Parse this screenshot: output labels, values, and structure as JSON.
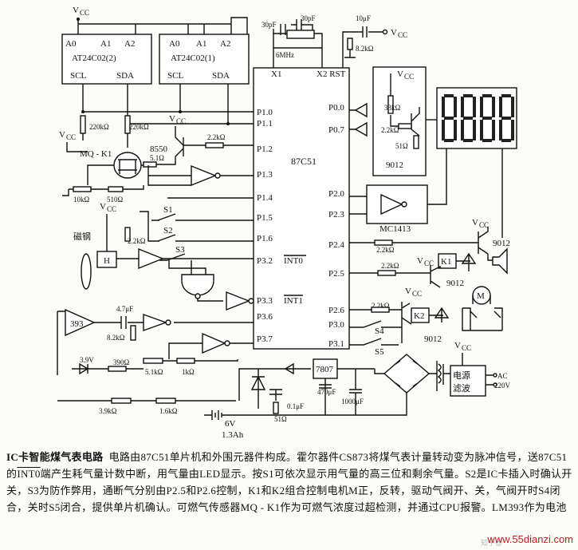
{
  "labels": {
    "vcc": "V",
    "vcc_sub": "CC",
    "a0": "A0",
    "a1": "A1",
    "a2": "A2",
    "eeprom2": "AT24C02(2)",
    "eeprom1": "AT24C02(1)",
    "scl": "SCL",
    "sda": "SDA",
    "c30pf_1": "30pF",
    "c30pf_2": "30pF",
    "crystal": "6MHz",
    "c10uf": "10μF",
    "r82k_rst": "8.2kΩ",
    "x1": "X1",
    "x2rst": "X2 RST",
    "mcu": "87C51",
    "p10": "P1.0",
    "p11": "P1.1",
    "p12": "P1.2",
    "p13": "P1.3",
    "p14": "P1.4",
    "p15": "P1.5",
    "p16": "P1.6",
    "p32": "P3.2",
    "int0": "INT0",
    "p33": "P3.3",
    "int1": "INT1",
    "p36": "P3.6",
    "p37": "P3.7",
    "p00": "P0.0",
    "p07": "P0.7",
    "p20": "P2.0",
    "p23": "P2.3",
    "p24": "P2.4",
    "p25": "P2.5",
    "p26": "P2.6",
    "p30": "P3.0",
    "p31": "P3.1",
    "r220k_1": "220kΩ",
    "r220k_2": "220kΩ",
    "mqk1": "MQ - K1",
    "t8550": "8550",
    "r51k": "5.1Ω",
    "r22k_p12": "2.2kΩ",
    "r10k": "10kΩ",
    "r510": "510Ω",
    "s1": "S1",
    "s2": "S2",
    "s3": "S3",
    "magnet": "磁钢",
    "hall": "H",
    "r22k_h": "2.2kΩ",
    "r33k": "33kΩ",
    "r22k_disp": "2.2kΩ",
    "r51": "51Ω",
    "t9012_disp": "9012",
    "mc1413": "MC1413",
    "r22k_p24": "2.2kΩ",
    "t9012_p24": "9012",
    "r22k_p25": "2.2kΩ",
    "k1": "K1",
    "t9012_k1": "9012",
    "r22k_p26": "2.2kΩ",
    "k2": "K2",
    "t9012_k2": "9012",
    "s4": "S4",
    "s5": "S5",
    "motor": "M",
    "lm393": "393",
    "c47uf": "4.7μF",
    "r82k_cmp": "8.2kΩ",
    "z39v": "3.9V",
    "r390": "390Ω",
    "r51k_b": "5.1kΩ",
    "r1k": "1kΩ",
    "r39k": "3.9kΩ",
    "r16k": "1.6kΩ",
    "battery": "6V",
    "battery_cap": "1.3Ah",
    "c01uf": "0.1μF",
    "r51_b": "51Ω",
    "reg": "7807",
    "c470uf": "470μF",
    "c1000uf": "1000μF",
    "psu1": "电源",
    "psu2": "滤波",
    "ac1": "AC",
    "ac2": "220V"
  },
  "caption": {
    "title": "IC卡智能煤气表电路",
    "body_a": "电路由87C51单片机和外围元器件构成。霍尔器件CS873将煤气表计量转动变为脉冲信号，送87C51的",
    "int0": "INT0",
    "body_b": "端产生耗气量计数中断，用气量由LED显示。按S1可依次显示用气量的高三位和剩余气量。S2是IC卡插入时确认开关，S3为防作弊用，通断气分别由P2.5和P2.6控制，K1和K2组合控制电机M正，反转，驱动气阀开、关，气阀开时S4闭合，关时S5闭合，提供单片机确认。可燃气传感器MQ - K1作为可燃气浓度过超检测，并通过CPU报警。LM393作为电池"
  },
  "watermark": "www.55dianzi.com",
  "watermark_faint": "知乎@"
}
